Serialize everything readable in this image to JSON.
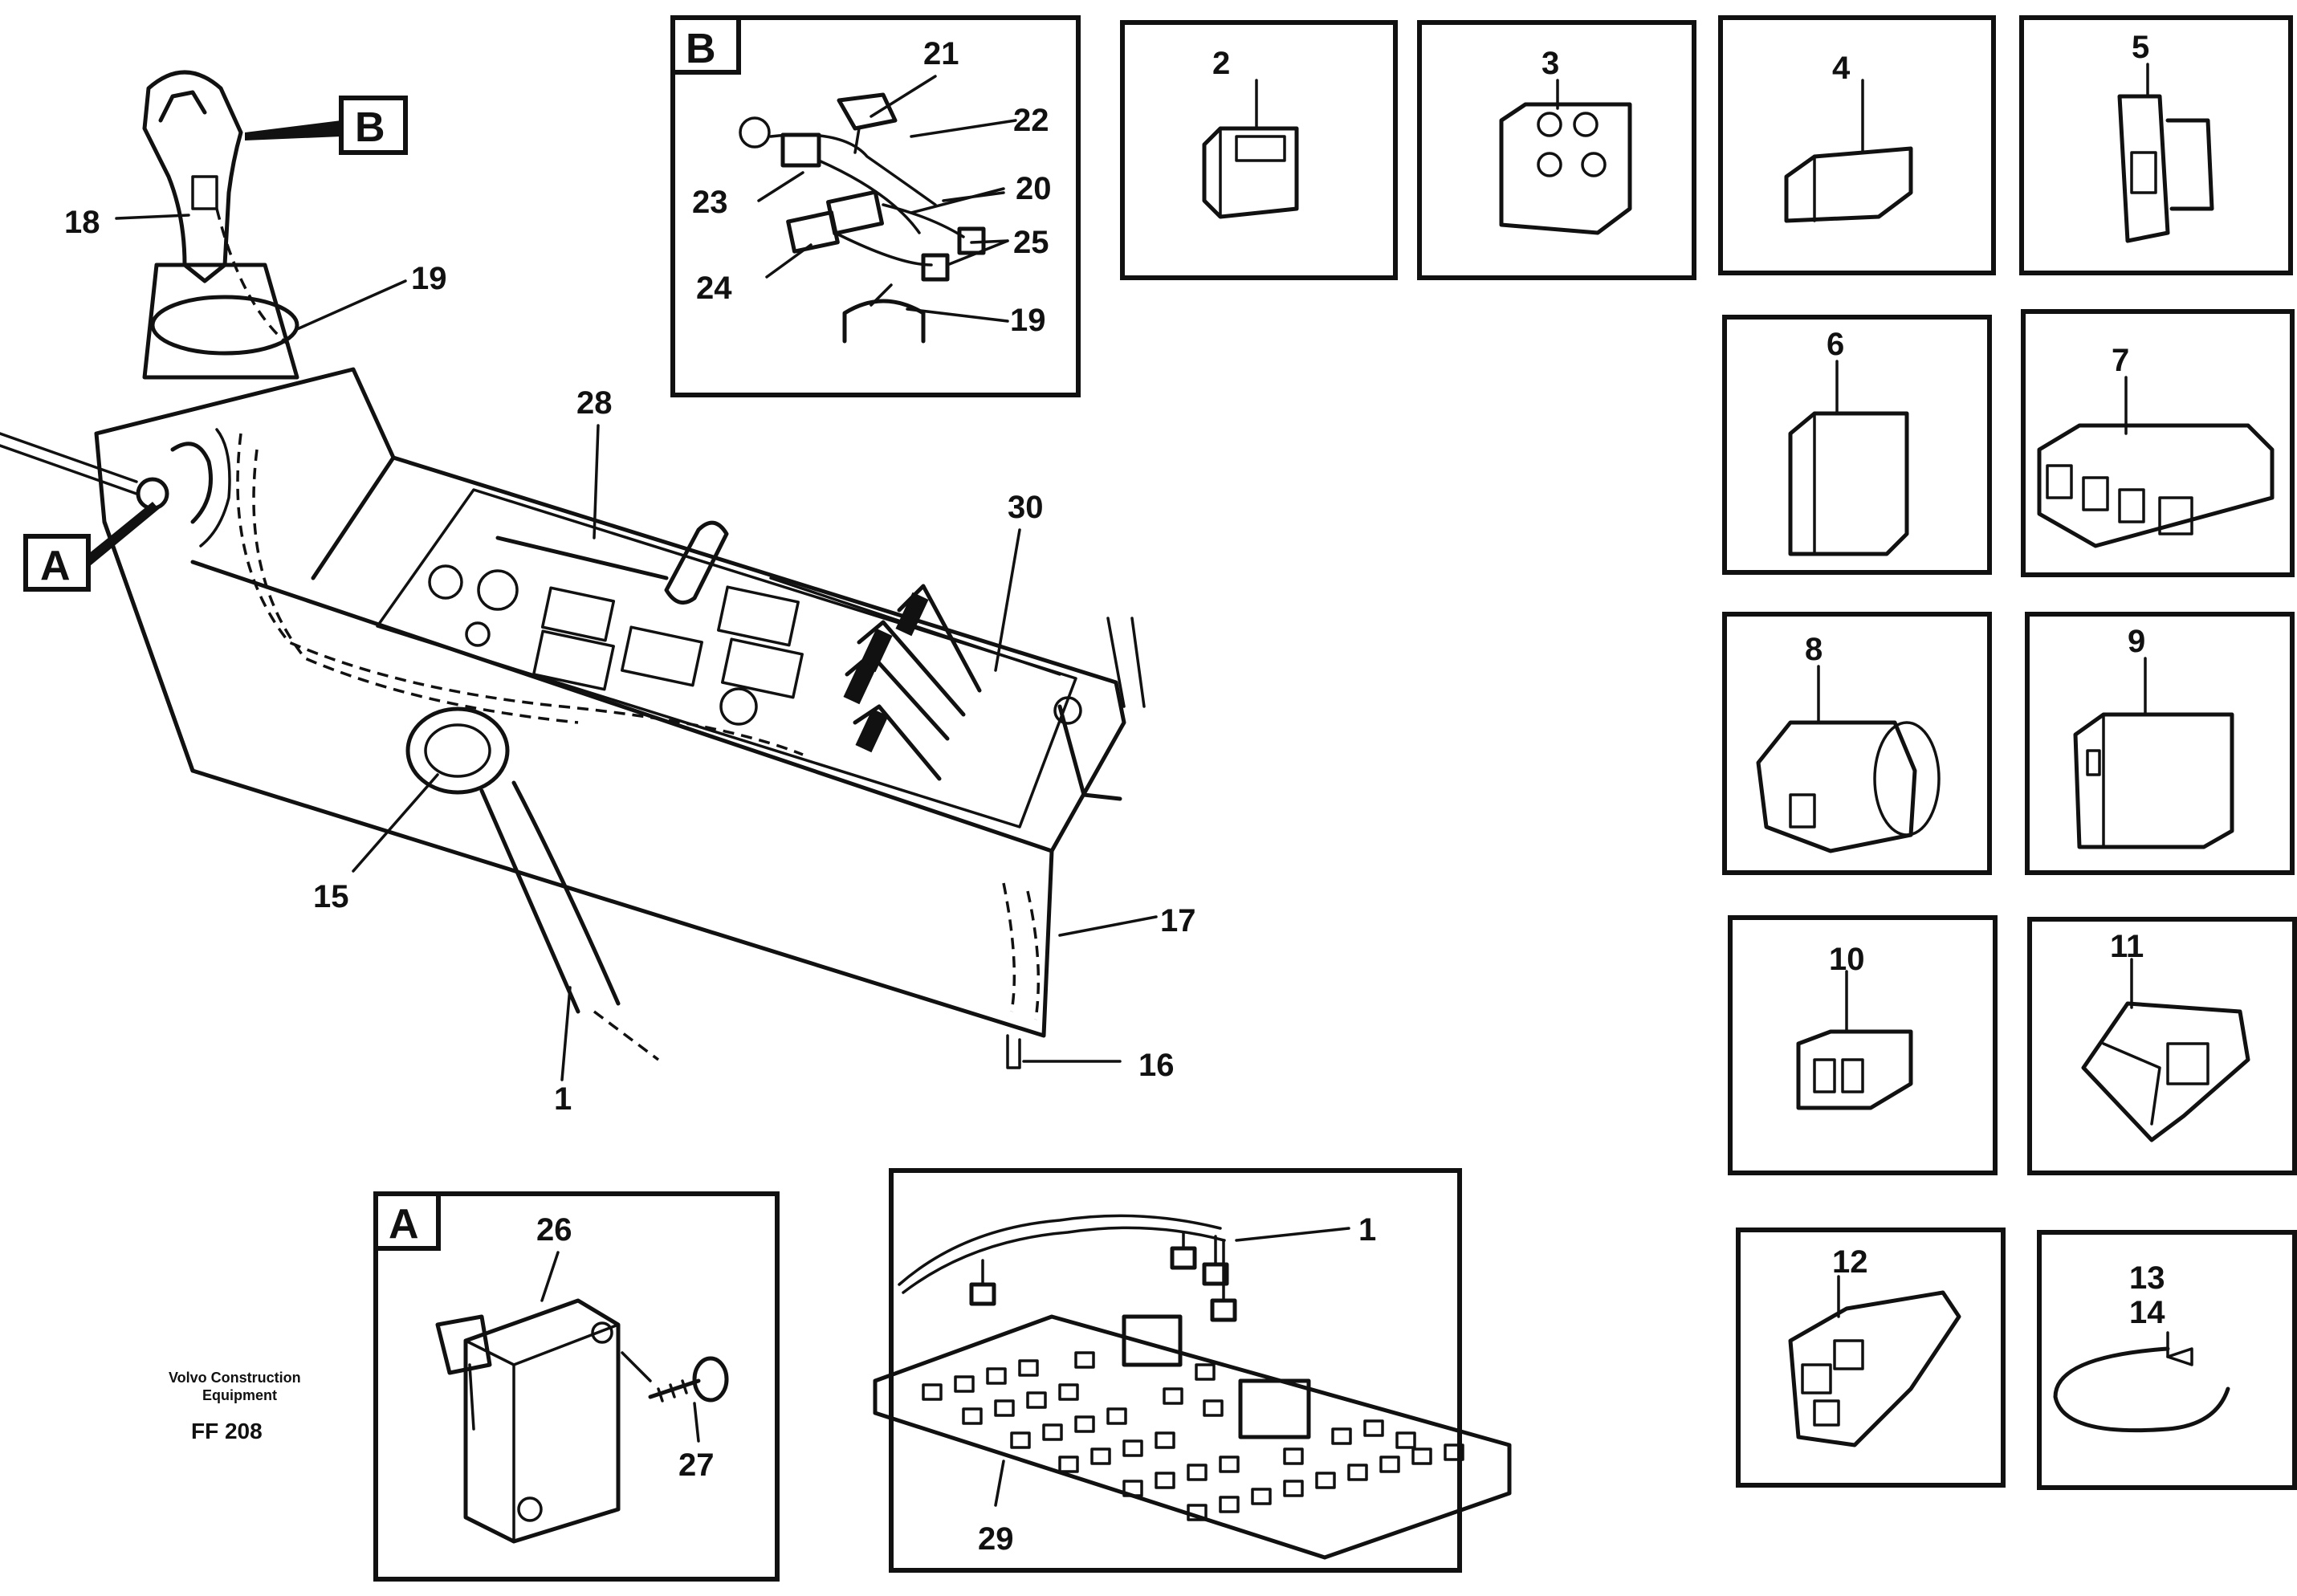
{
  "brand": {
    "line1": "Volvo Construction",
    "line2": "Equipment",
    "code": "FF 208"
  },
  "callouts": {
    "A": "A",
    "B": "B"
  },
  "labels": {
    "n1": "1",
    "n1b": "1",
    "n2": "2",
    "n3": "3",
    "n4": "4",
    "n5": "5",
    "n6": "6",
    "n7": "7",
    "n8": "8",
    "n9": "9",
    "n10": "10",
    "n11": "11",
    "n12": "12",
    "n13": "13",
    "n14": "14",
    "n15": "15",
    "n16": "16",
    "n17": "17",
    "n18": "18",
    "n19": "19",
    "n19b": "19",
    "n20": "20",
    "n21": "21",
    "n22": "22",
    "n23": "23",
    "n24": "24",
    "n25": "25",
    "n26": "26",
    "n27": "27",
    "n28": "28",
    "n29": "29",
    "n30": "30"
  }
}
